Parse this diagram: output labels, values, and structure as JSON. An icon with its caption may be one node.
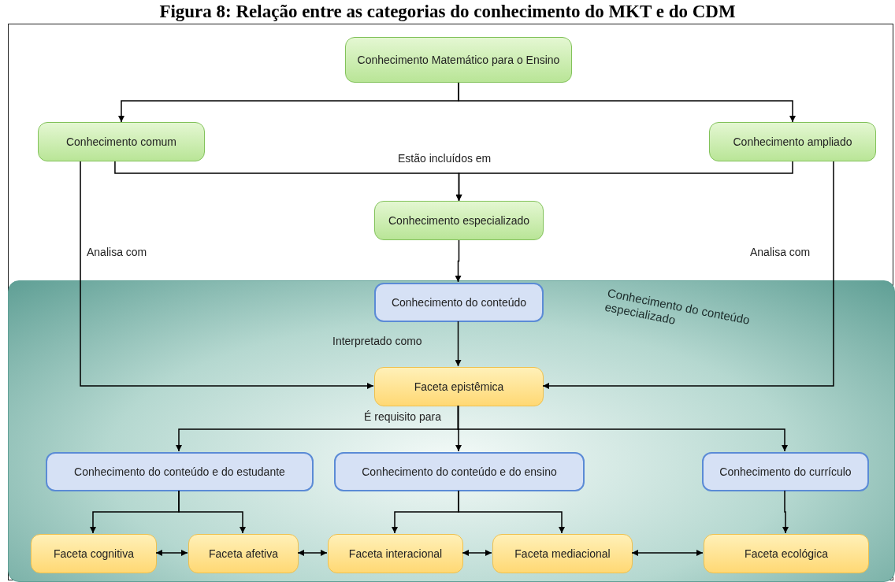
{
  "diagram": {
    "title": "Figura 8: Relação entre as categorias do conhecimento do MKT e do CDM",
    "nodes": [
      {
        "text": [
          "Conhecimento Matemático para o Ensino"
        ]
      },
      {
        "text": [
          "Conhecimento comum"
        ]
      },
      {
        "text": [
          "Conhecimento ampliado"
        ]
      },
      {
        "text": [
          "Conhecimento especializado"
        ]
      },
      {
        "text": [
          "Conhecimento do conteúdo especializado"
        ]
      },
      {
        "text": [
          "Conhecimento do conteúdo"
        ],
        "in": 4
      },
      {
        "text": [
          "Faceta epistêmica"
        ],
        "in": 4
      },
      {
        "text": [
          "Conhecimento do conteúdo e do estudante"
        ],
        "in": 4
      },
      {
        "text": [
          "Conhecimento do conteúdo e do ensino"
        ],
        "in": 4
      },
      {
        "text": [
          "Conhecimento do currículo"
        ],
        "in": 4
      },
      {
        "text": [
          "Faceta cognitiva"
        ],
        "in": 4
      },
      {
        "text": [
          "Faceta afetiva"
        ],
        "in": 4
      },
      {
        "text": [
          "Faceta interacional"
        ],
        "in": 4
      },
      {
        "text": [
          "Faceta mediacional"
        ],
        "in": 4
      },
      {
        "text": [
          "Faceta ecológica"
        ],
        "in": 4
      }
    ],
    "edges": [
      {
        "from": 0,
        "to": 1,
        "arrow": "to"
      },
      {
        "from": 0,
        "to": 2,
        "arrow": "to"
      },
      {
        "from": 1,
        "to": 3,
        "arrow": "to",
        "label": "Estão incluídos em"
      },
      {
        "from": 2,
        "to": 3,
        "arrow": "to"
      },
      {
        "from": 3,
        "to": 5,
        "arrow": "to"
      },
      {
        "from": 1,
        "to": 6,
        "arrow": "to",
        "label": "Analisa com"
      },
      {
        "from": 5,
        "to": 6,
        "arrow": "to",
        "label": "Interpretado como"
      },
      {
        "from": 2,
        "to": 6,
        "arrow": "to",
        "label": "Analisa com"
      },
      {
        "from": 6,
        "to": 7,
        "arrow": "to",
        "label": "É requisito para"
      },
      {
        "from": 6,
        "to": 8,
        "arrow": "to"
      },
      {
        "from": 6,
        "to": 9,
        "arrow": "to"
      },
      {
        "from": 7,
        "to": 10,
        "arrow": "to"
      },
      {
        "from": 7,
        "to": 11,
        "arrow": "to"
      },
      {
        "from": 8,
        "to": 12,
        "arrow": "to"
      },
      {
        "from": 8,
        "to": 13,
        "arrow": "to"
      },
      {
        "from": 9,
        "to": 14,
        "arrow": "to"
      },
      {
        "from": 10,
        "to": 11,
        "arrow": "both"
      },
      {
        "from": 11,
        "to": 12,
        "arrow": "both"
      },
      {
        "from": 12,
        "to": 13,
        "arrow": "both"
      },
      {
        "from": 13,
        "to": 14,
        "arrow": "both"
      }
    ]
  }
}
